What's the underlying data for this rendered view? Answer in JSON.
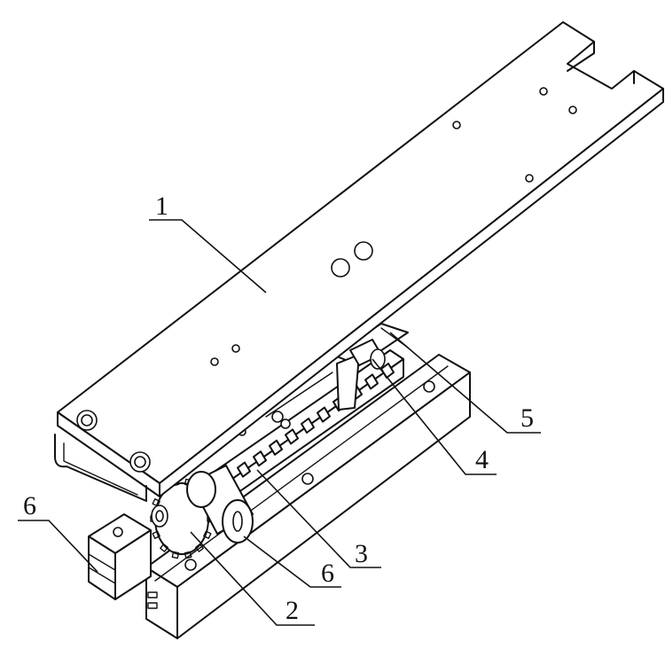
{
  "labels": {
    "part_1": "1",
    "part_2": "2",
    "part_3": "3",
    "part_4": "4",
    "part_5": "5",
    "part_6_left": "6",
    "part_6_bottom": "6"
  }
}
